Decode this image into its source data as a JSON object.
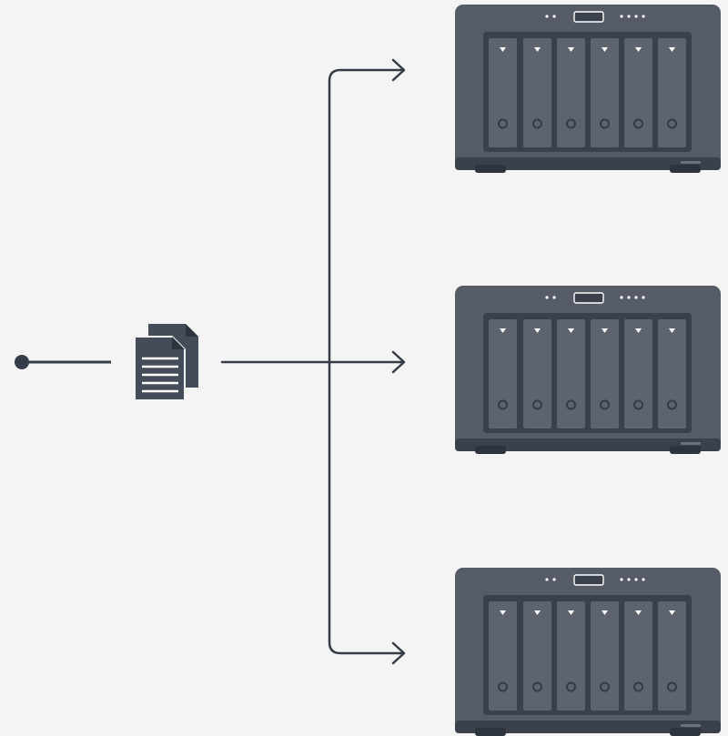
{
  "diagram": {
    "colors": {
      "background": "#f4f4f4",
      "line": "#353c47",
      "device_shell": "#555b67",
      "device_panel": "#3b414c",
      "drive_bay": "#5d636f",
      "drive_detail": "#353b45",
      "indicator": "#ffffff"
    },
    "source": {
      "icon": "document-icon"
    },
    "targets": [
      {
        "icon": "nas-server-icon",
        "drive_bays": 6
      },
      {
        "icon": "nas-server-icon",
        "drive_bays": 6
      },
      {
        "icon": "nas-server-icon",
        "drive_bays": 6
      }
    ]
  }
}
